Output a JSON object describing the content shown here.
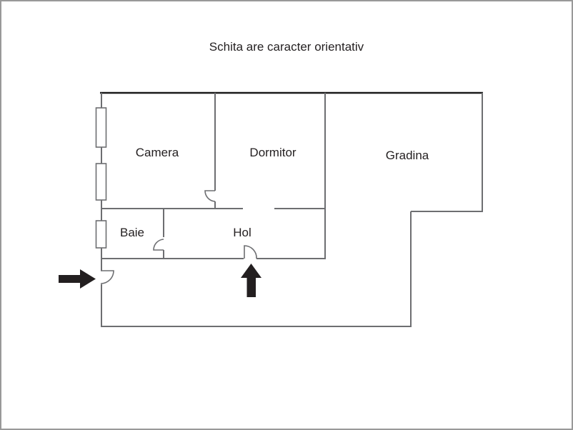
{
  "title": "Schita are caracter orientativ",
  "rooms": [
    {
      "name": "Camera"
    },
    {
      "name": "Dormitor"
    },
    {
      "name": "Gradina"
    },
    {
      "name": "Baie"
    },
    {
      "name": "Hol"
    }
  ],
  "icons": {
    "left_entrance_arrow": "right-arrow",
    "hol_entrance_arrow": "up-arrow",
    "window_symbol_count": 3,
    "door_arc_count": 4
  },
  "colors": {
    "wall": "#6d6e71",
    "outer_top_wall": "#1a1a1a",
    "arrow": "#231f20",
    "text": "#231f20",
    "background": "#ffffff",
    "border": "#999999"
  }
}
